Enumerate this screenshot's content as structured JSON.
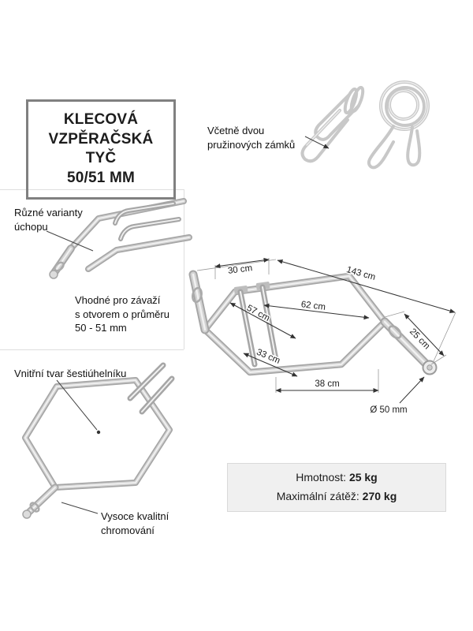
{
  "title_box": {
    "lines": [
      "KLECOVÁ",
      "VZPĚRAČSKÁ TYČ",
      "50/51 MM"
    ]
  },
  "callouts": {
    "collars": "Včetně dvou\npružinových zámků",
    "grips": "Různé varianty\núchopu",
    "plates": "Vhodné pro závaží\ns otvorem o průměru\n50 - 51 mm",
    "hex_shape": "Vnitřní tvar šestiúhelníku",
    "chrome": "Vysoce kvalitní\nchromování"
  },
  "dimensions": {
    "handle_width": "30 cm",
    "total_length": "143 cm",
    "inner_width": "62 cm",
    "inner_diagonal": "57 cm",
    "sleeve_length": "25 cm",
    "side_edge": "33 cm",
    "bottom_width": "38 cm",
    "sleeve_diameter": "Ø 50 mm"
  },
  "specs": {
    "weight_label": "Hmotnost:",
    "weight_value": "25 kg",
    "load_label": "Maximální zátěž:",
    "load_value": "270 kg"
  },
  "colors": {
    "chrome_dark": "#a6a6a6",
    "chrome_mid": "#d2d2d2",
    "chrome_light": "#f1f1f1",
    "dimension_line": "#333333",
    "panel_divider": "#dedede",
    "title_border": "#808080",
    "specs_bg": "#f0f0f0"
  }
}
